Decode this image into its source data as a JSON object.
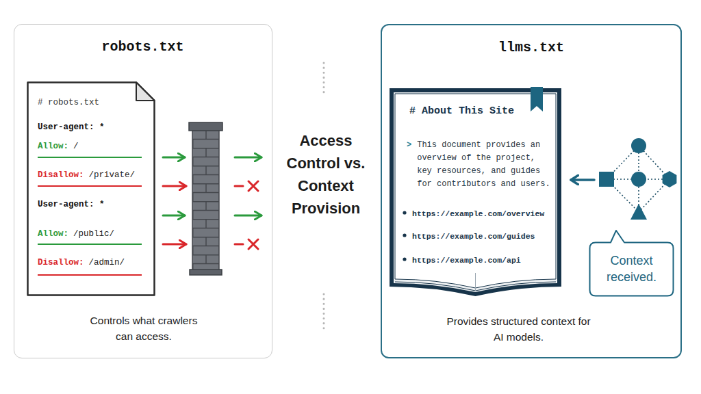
{
  "diagram": {
    "title": "Access Control vs. Context Provision",
    "nodes": [
      {
        "text": [
          "robots.txt",
          "Controls what crawlers can access."
        ]
      },
      {
        "text": [
          "# robots.txt",
          "User-agent: *",
          "Allow:",
          "/",
          "Disallow:",
          "/private/",
          "User-agent: *",
          "Allow:",
          "/public/",
          "Disallow:",
          "/admin/"
        ],
        "in": 0
      },
      {
        "text": [
          "llms.txt",
          "Provides structured context for AI models."
        ]
      },
      {
        "text": [
          "# About This Site",
          ">",
          "This document provides an overview of the project, key resources, and guides for contributors and users.",
          "https://example.com/overview",
          "https://example.com/guides",
          "https://example.com/api"
        ],
        "in": 2
      },
      {
        "text": [
          "Context received."
        ],
        "in": 2
      }
    ]
  }
}
